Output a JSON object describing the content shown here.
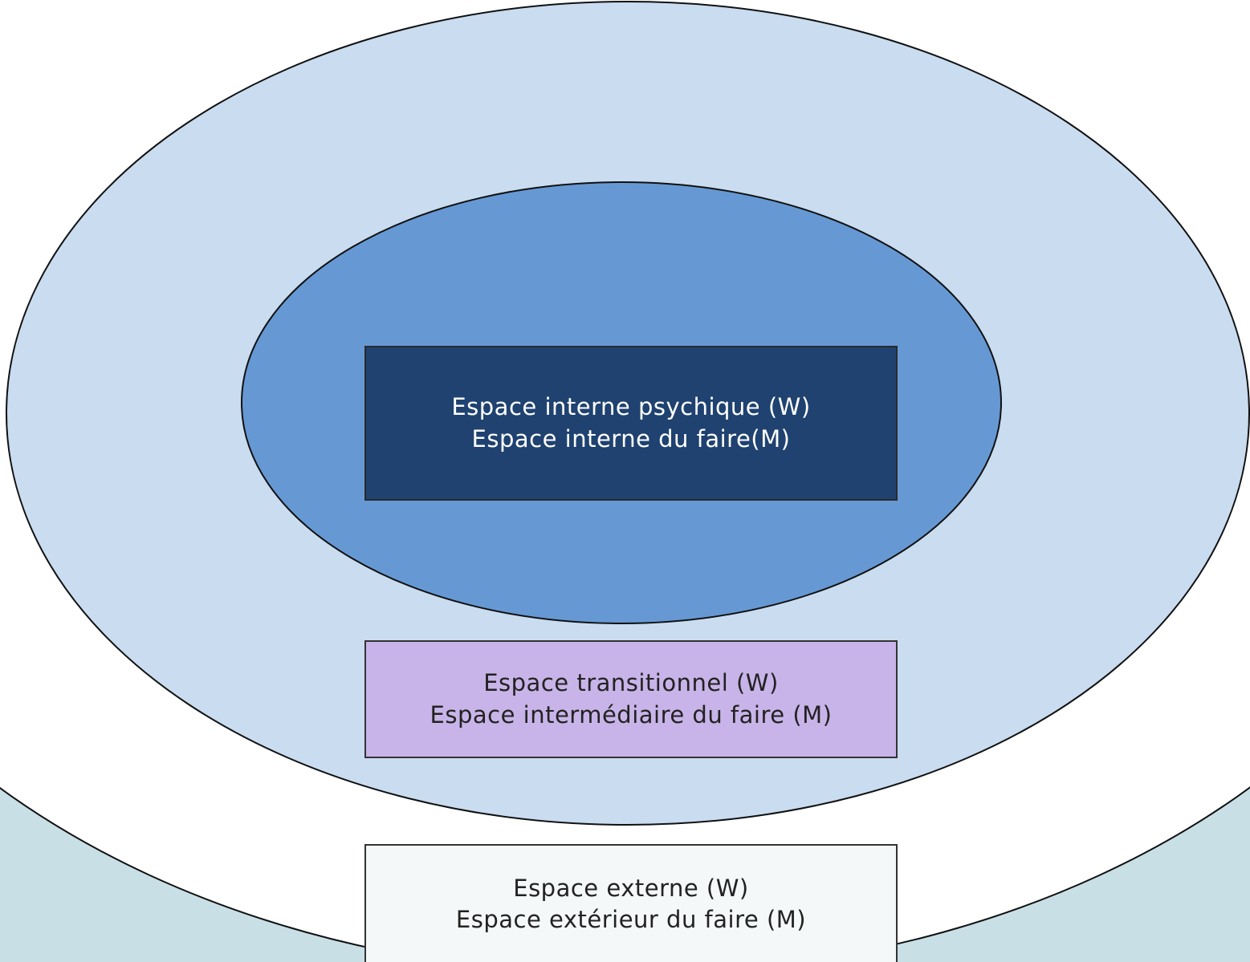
{
  "colors": {
    "page_background": "#c9dfe6",
    "outer_ellipse_fill": "#ffffff",
    "middle_ellipse_fill": "#c9dcf0",
    "inner_ellipse_fill": "#6699d4",
    "inner_box_fill": "#1f4270",
    "transitional_box_fill": "#c8b4e8",
    "external_box_fill": "#f4f8f9",
    "stroke": "#111111",
    "photo_fragment": "#b9cfd8",
    "photo_red_strip": "#d8424a"
  },
  "boxes": {
    "inner": {
      "line1": "Espace interne psychique (W)",
      "line2": "Espace interne du faire(M)"
    },
    "transitional": {
      "line1": "Espace transitionnel (W)",
      "line2": "Espace intermédiaire du faire (M)"
    },
    "external": {
      "line1": "Espace externe (W)",
      "line2": "Espace extérieur du faire (M)"
    }
  }
}
